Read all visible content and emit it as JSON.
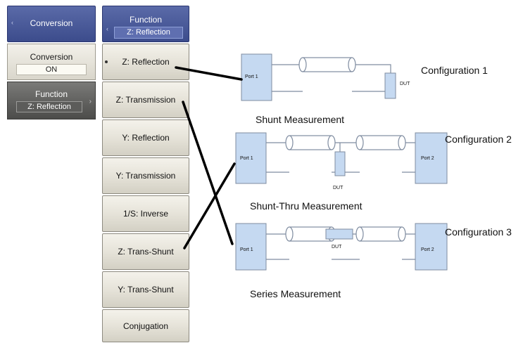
{
  "left_panel": {
    "conversion_header": "Conversion",
    "conversion_button": {
      "label": "Conversion",
      "value": "ON"
    },
    "function_button": {
      "label": "Function",
      "value": "Z: Reflection"
    }
  },
  "function_menu": {
    "header_label": "Function",
    "header_value": "Z: Reflection",
    "items": [
      "Z: Reflection",
      "Z: Transmission",
      "Y: Reflection",
      "Y: Transmission",
      "1/S: Inverse",
      "Z: Trans-Shunt",
      "Y: Trans-Shunt",
      "Conjugation"
    ],
    "selected": "Z: Reflection"
  },
  "diagrams": {
    "config1": {
      "label": "Configuration 1",
      "caption": "Shunt Measurement",
      "port1": "Port 1",
      "dut": "DUT"
    },
    "config2": {
      "label": "Configuration 2",
      "caption": "Shunt-Thru Measurement",
      "port1": "Port 1",
      "port2": "Port 2",
      "dut": "DUT"
    },
    "config3": {
      "label": "Configuration 3",
      "caption": "Series Measurement",
      "port1": "Port 1",
      "port2": "Port 2",
      "dut": "DUT"
    }
  },
  "colors": {
    "menu_header": "#4a5a9c",
    "port_fill": "#c5d9f1",
    "dut_fill": "#c5d9f1",
    "cable_stroke": "#7f8ca0"
  }
}
